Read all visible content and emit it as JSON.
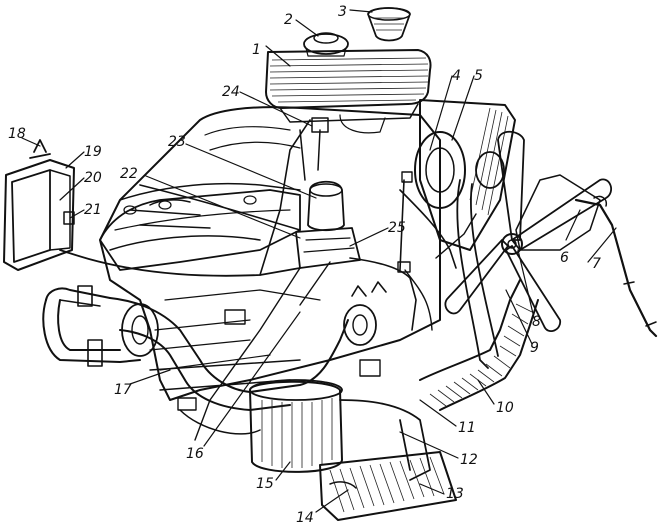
{
  "colors": {
    "ink": "#111111",
    "paper": "#ffffff"
  },
  "callouts": [
    {
      "id": "1",
      "label": "1"
    },
    {
      "id": "2",
      "label": "2"
    },
    {
      "id": "3",
      "label": "3"
    },
    {
      "id": "4",
      "label": "4"
    },
    {
      "id": "5",
      "label": "5"
    },
    {
      "id": "6",
      "label": "6"
    },
    {
      "id": "7",
      "label": "7"
    },
    {
      "id": "8",
      "label": "8"
    },
    {
      "id": "9",
      "label": "9"
    },
    {
      "id": "10",
      "label": "10"
    },
    {
      "id": "11",
      "label": "11"
    },
    {
      "id": "12",
      "label": "12"
    },
    {
      "id": "13",
      "label": "13"
    },
    {
      "id": "14",
      "label": "14"
    },
    {
      "id": "15",
      "label": "15"
    },
    {
      "id": "16",
      "label": "16"
    },
    {
      "id": "17",
      "label": "17"
    },
    {
      "id": "18",
      "label": "18"
    },
    {
      "id": "19",
      "label": "19"
    },
    {
      "id": "20",
      "label": "20"
    },
    {
      "id": "21",
      "label": "21"
    },
    {
      "id": "22",
      "label": "22"
    },
    {
      "id": "23",
      "label": "23"
    },
    {
      "id": "24",
      "label": "24"
    },
    {
      "id": "25",
      "label": "25"
    }
  ]
}
